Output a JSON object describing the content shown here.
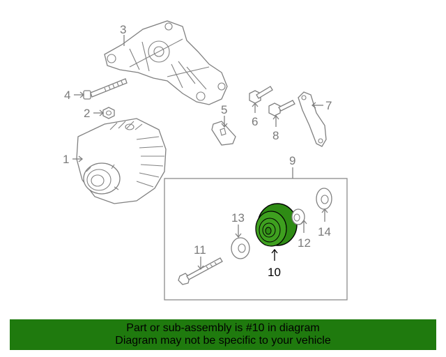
{
  "diagram": {
    "callouts": [
      {
        "id": "1",
        "label": "1"
      },
      {
        "id": "2",
        "label": "2"
      },
      {
        "id": "3",
        "label": "3"
      },
      {
        "id": "4",
        "label": "4"
      },
      {
        "id": "5",
        "label": "5"
      },
      {
        "id": "6",
        "label": "6"
      },
      {
        "id": "7",
        "label": "7"
      },
      {
        "id": "8",
        "label": "8"
      },
      {
        "id": "9",
        "label": "9"
      },
      {
        "id": "10",
        "label": "10"
      },
      {
        "id": "11",
        "label": "11"
      },
      {
        "id": "12",
        "label": "12"
      },
      {
        "id": "13",
        "label": "13"
      },
      {
        "id": "14",
        "label": "14"
      }
    ],
    "highlighted_part": "10",
    "colors": {
      "highlight": "#2e8b14",
      "outline": "#808080",
      "banner": "#1f7a0e"
    }
  },
  "banner": {
    "line1": "Part or sub-assembly is #10 in diagram",
    "line2": "Diagram may not be specific to your vehicle"
  }
}
